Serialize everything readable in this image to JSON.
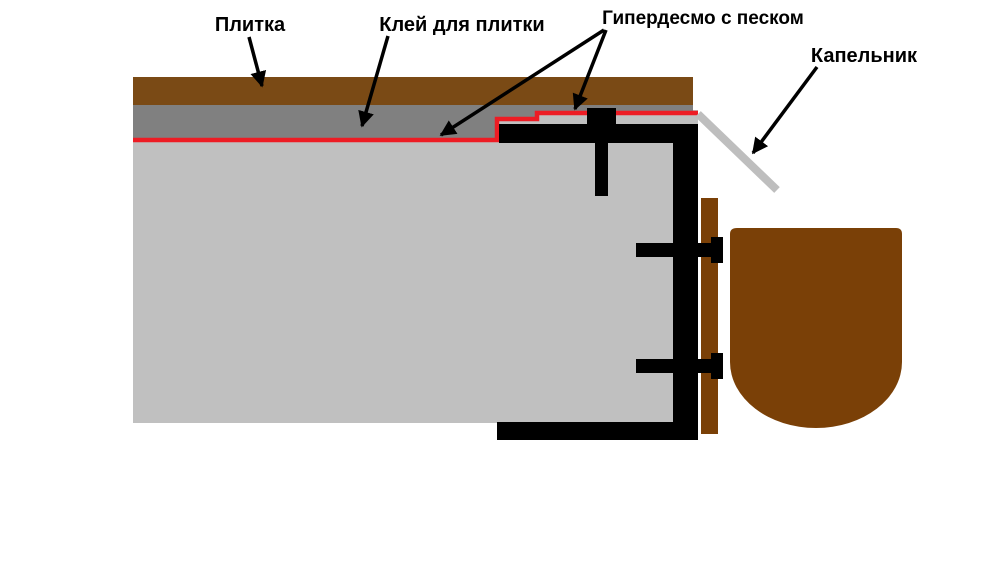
{
  "diagram": {
    "labels": {
      "tile": "Плитка",
      "adhesive": "Клей для плитки",
      "membrane": "Гипердесмо с песком",
      "drip": "Капельник"
    },
    "colors": {
      "background": "#FFFFFF",
      "tile_brown": "#7A4A15",
      "adhesive_gray": "#808080",
      "concrete_gray": "#C0C0C0",
      "membrane_red": "#ED1C24",
      "profile_black": "#000000",
      "wood_brown": "#7A4007",
      "drip_gray": "#BEBEBE",
      "annotation_black": "#000000"
    }
  }
}
